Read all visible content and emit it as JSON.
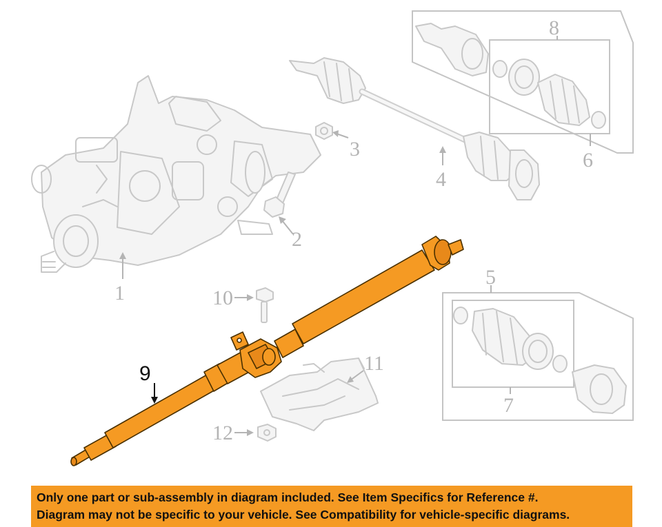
{
  "callouts": {
    "c1": "1",
    "c2": "2",
    "c3": "3",
    "c4": "4",
    "c5": "5",
    "c6": "6",
    "c7": "7",
    "c8": "8",
    "c9": "9",
    "c10": "10",
    "c11": "11",
    "c12": "12"
  },
  "highlight_part": "9",
  "colors": {
    "highlight": "#f59a23",
    "ghost": "#c8c8c8",
    "banner": "#f59a23"
  },
  "banner": {
    "line1": "Only one part or sub-assembly in diagram included. See Item Specifics for Reference #.",
    "line2": "Diagram may not be specific to your vehicle. See Compatibility for vehicle-specific diagrams."
  }
}
